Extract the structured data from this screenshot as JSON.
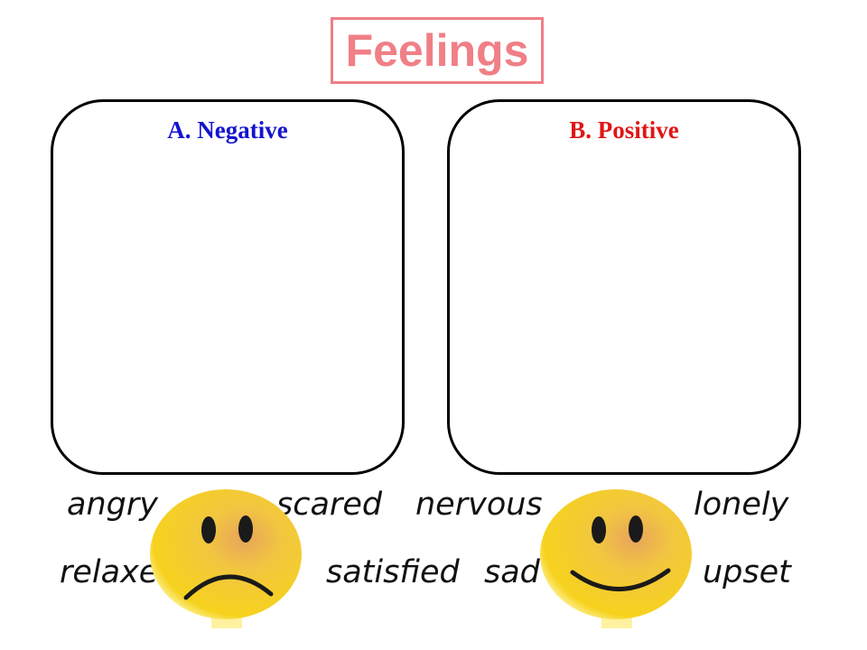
{
  "title": "Feelings",
  "panels": {
    "negative": {
      "prefix": "A.",
      "label": "Negative",
      "color": "#1414d0"
    },
    "positive": {
      "prefix": "B.",
      "label": "Positive",
      "color": "#e01616"
    }
  },
  "words": {
    "row1": [
      "angry",
      "scared",
      "nervous",
      "lonely"
    ],
    "row2": [
      "relaxed",
      "satisfied",
      "sad",
      "upset"
    ]
  },
  "icons": [
    "sad-face-icon",
    "happy-face-icon"
  ],
  "colors": {
    "title": "#f07f86",
    "face": "#f5c820"
  }
}
